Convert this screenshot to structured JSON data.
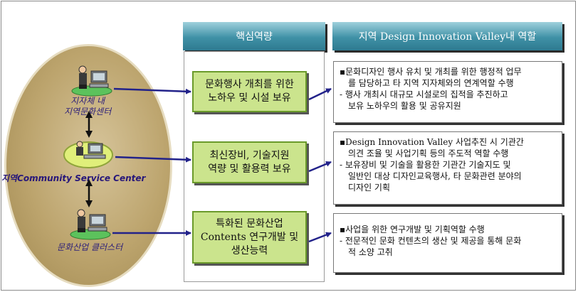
{
  "headers": {
    "core": "핵심역량",
    "role": "지역 Design Innovation Valley내 역할"
  },
  "nodes": {
    "top": [
      "지자체 내",
      "지역문화센터"
    ],
    "center": "지역Community Service Center",
    "bottom": "문화산업 클러스터"
  },
  "competencies": [
    [
      "문화행사 개최를 위한",
      "노하우 및 시설 보유"
    ],
    [
      "최신장비, 기술지원",
      "역량 및 활용력 보유"
    ],
    [
      "특화된 문화산업",
      "Contents 연구개발 및",
      "생산능력"
    ]
  ],
  "roles": [
    {
      "bullet": [
        "▪문화디자인 행사 유치 및 개최를 위한 행정적 업무",
        "를 담당하고 타 지역 지자체와의 연계역할 수행"
      ],
      "sub": [
        "- 행사 개최시 대규모 시설로의 집적을 추진하고",
        "보유 노하우의 활용 및 공유지원"
      ]
    },
    {
      "bullet": [
        "▪Design Innovation Valley 사업추진 시 기관간",
        "의견 조율 및 사업기획 등의 주도적 역할 수행"
      ],
      "sub": [
        "- 보유장비 및 기술을 활용한 기관간 기술지도 및",
        "일반인 대상 디자인교육행사, 타 문화관련 분야의",
        "디자인 기획"
      ]
    },
    {
      "bullet": [
        "▪사업을 위한 연구개발 및 기획역할 수행"
      ],
      "sub": [
        "- 전문적인 문화 컨텐츠의 생산 및 제공을 통해 문화",
        "적 소양 고취"
      ]
    }
  ],
  "colors": {
    "header_top": "#9fd0dc",
    "header_bottom": "#2e7a90",
    "box_fill": "#cbe48d",
    "box_border": "#6a9a2a",
    "ellipse": "#bca46d",
    "arrow": "#22228a"
  }
}
